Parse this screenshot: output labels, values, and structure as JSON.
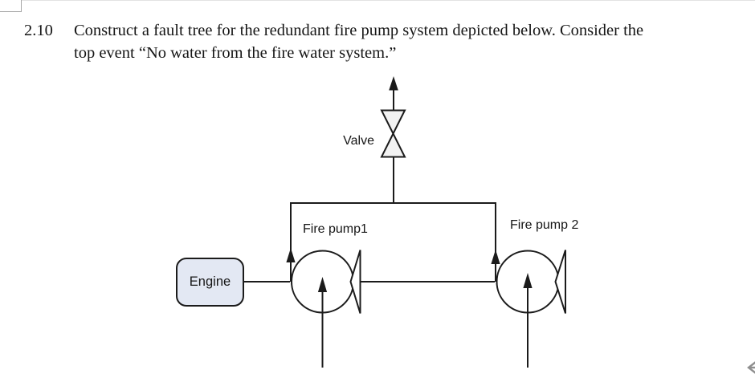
{
  "page": {
    "top_border_color": "#e3e3e3"
  },
  "problem": {
    "number": "2.10",
    "line1": "Construct a fault tree for the redundant fire pump system depicted below. Consider the",
    "line2": "top event “No water from the fire water system.”"
  },
  "diagram": {
    "valve_label": "Valve",
    "engine_label": "Engine",
    "pump1_label": "Fire pump1",
    "pump2_label": "Fire pump 2",
    "colors": {
      "stroke": "#1b1b1b",
      "valve_fill": "#f2f2f2",
      "pump_fill": "#ffffff",
      "engine_fill": "#e3e8f3",
      "chevron_gray": "#8f8f8f"
    }
  }
}
